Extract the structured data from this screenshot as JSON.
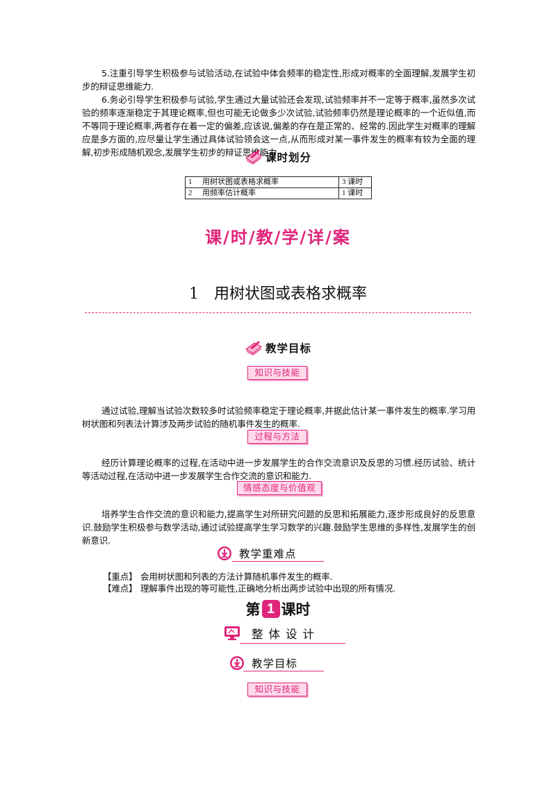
{
  "paragraphs": {
    "p5": "5.注重引导学生积极参与试验活动,在试验中体会频率的稳定性,形成对概率的全面理解,发展学生初步的辩证思维能力.",
    "p6": "6.务必引导学生积极参与试验,学生通过大量试验还会发现,试验频率并不一定等于概率,虽然多次试验的频率逐渐稳定于其理论概率,但也可能无论做多少次试验,试验频率仍然是理论概率的一个近似值,而不等同于理论概率,两者存在着一定的偏差,应该说,偏差的存在是正常的、经常的.因此学生对概率的理解应是多方面的,应尽量让学生通过具体试验领会这一点,从而形成对某一事件发生的概率有较为全面的理解,初步形成随机观念,发展学生初步的辩证思维能力."
  },
  "schedule": {
    "heading": "课时划分",
    "rows": [
      {
        "num": "1",
        "name": "用树状图或表格求概率",
        "hours": "3 课时"
      },
      {
        "num": "2",
        "name": "用频率估计概率",
        "hours": "1 课时"
      }
    ]
  },
  "banner_title": "课/时/教/学/详/案",
  "lesson": {
    "num": "1",
    "title": "用树状图或表格求概率"
  },
  "goals": {
    "heading": "教学目标",
    "knowledge_tag": "知识与技能",
    "knowledge_text": "通过试验,理解当试验次数较多时试验频率稳定于理论概率,并据此估计某一事件发生的概率.学习用树状图和列表法计算涉及两步试验的随机事件发生的概率.",
    "process_tag": "过程与方法",
    "process_text": "经历计算理论概率的过程,在活动中进一步发展学生的合作交流意识及反思的习惯.经历试验、统计等活动过程,在活动中进一步发展学生合作交流的意识和能力.",
    "attitude_tag": "情感态度与价值观",
    "attitude_text": "培养学生合作交流的意识和能力,提高学生对所研究问题的反思和拓展能力,逐步形成良好的反思意识.鼓励学生积极参与数学活动,通过试验提高学生学习数学的兴趣.鼓励学生思维的多样性,发展学生的创新意识."
  },
  "key_points": {
    "heading": "教学重难点",
    "focus_label": "【重点】",
    "focus_text": "会用树状图和列表的方法计算随机事件发生的概率.",
    "difficulty_label": "【难点】",
    "difficulty_text": "理解事件出现的等可能性,正确地分析出两步试验中出现的所有情况."
  },
  "period": {
    "prefix": "第",
    "num": "1",
    "suffix": "课时"
  },
  "design_heading": "整体设计",
  "goals2": {
    "heading": "教学目标",
    "knowledge_tag": "知识与技能"
  },
  "colors": {
    "accent": "#e0247a",
    "tag_bg": "#ffd9ea"
  }
}
